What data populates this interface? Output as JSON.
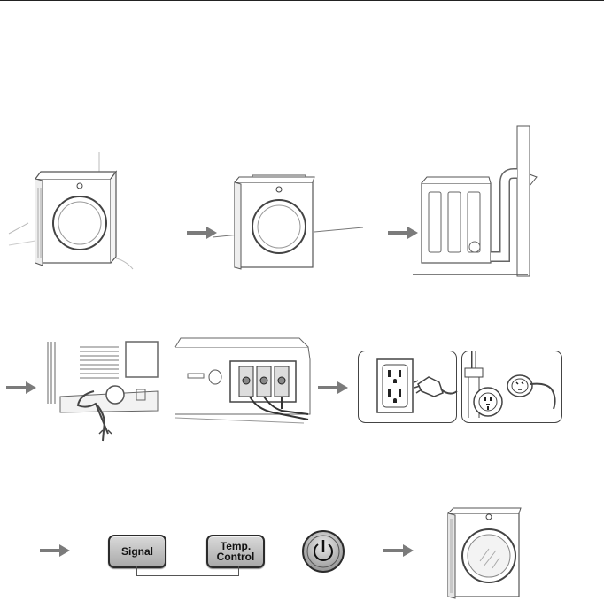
{
  "panel": {
    "signal_label": "Signal",
    "temp_label_line1": "Temp.",
    "temp_label_line2": "Control"
  },
  "colors": {
    "arrow": "#7b7b7b",
    "line": "#555555",
    "button_dark": "#2b2b2b"
  },
  "icons": {
    "flow_arrow": "right-arrow-icon",
    "power": "power-icon"
  }
}
